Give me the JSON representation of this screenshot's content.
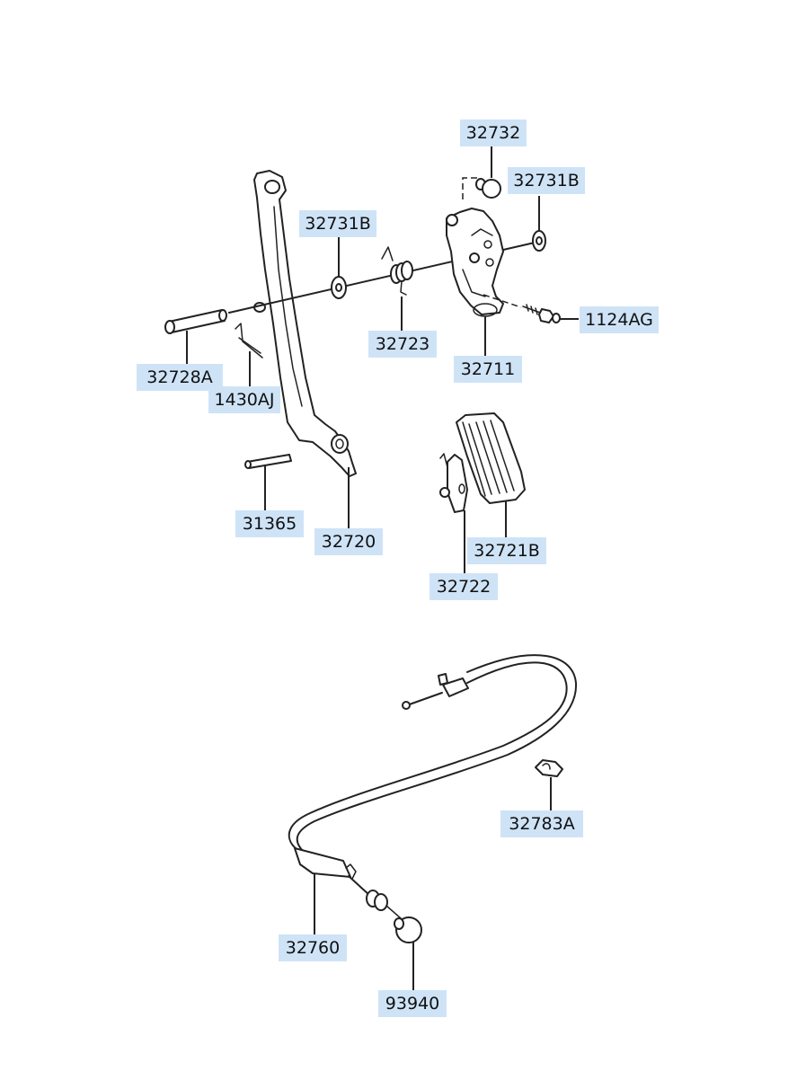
{
  "diagram": {
    "parts": [
      {
        "id": "p32732",
        "label": "32732"
      },
      {
        "id": "p32731B_right",
        "label": "32731B"
      },
      {
        "id": "p32731B_left",
        "label": "32731B"
      },
      {
        "id": "p1124AG",
        "label": "1124AG"
      },
      {
        "id": "p32723",
        "label": "32723"
      },
      {
        "id": "p32711",
        "label": "32711"
      },
      {
        "id": "p32728A",
        "label": "32728A"
      },
      {
        "id": "p1430AJ",
        "label": "1430AJ"
      },
      {
        "id": "p31365",
        "label": "31365"
      },
      {
        "id": "p32720",
        "label": "32720"
      },
      {
        "id": "p32721B",
        "label": "32721B"
      },
      {
        "id": "p32722",
        "label": "32722"
      },
      {
        "id": "p32783A",
        "label": "32783A"
      },
      {
        "id": "p32760",
        "label": "32760"
      },
      {
        "id": "p93940",
        "label": "93940"
      }
    ],
    "colors": {
      "label_background": "#cfe3f7",
      "line": "#222222",
      "background": "#ffffff"
    }
  }
}
